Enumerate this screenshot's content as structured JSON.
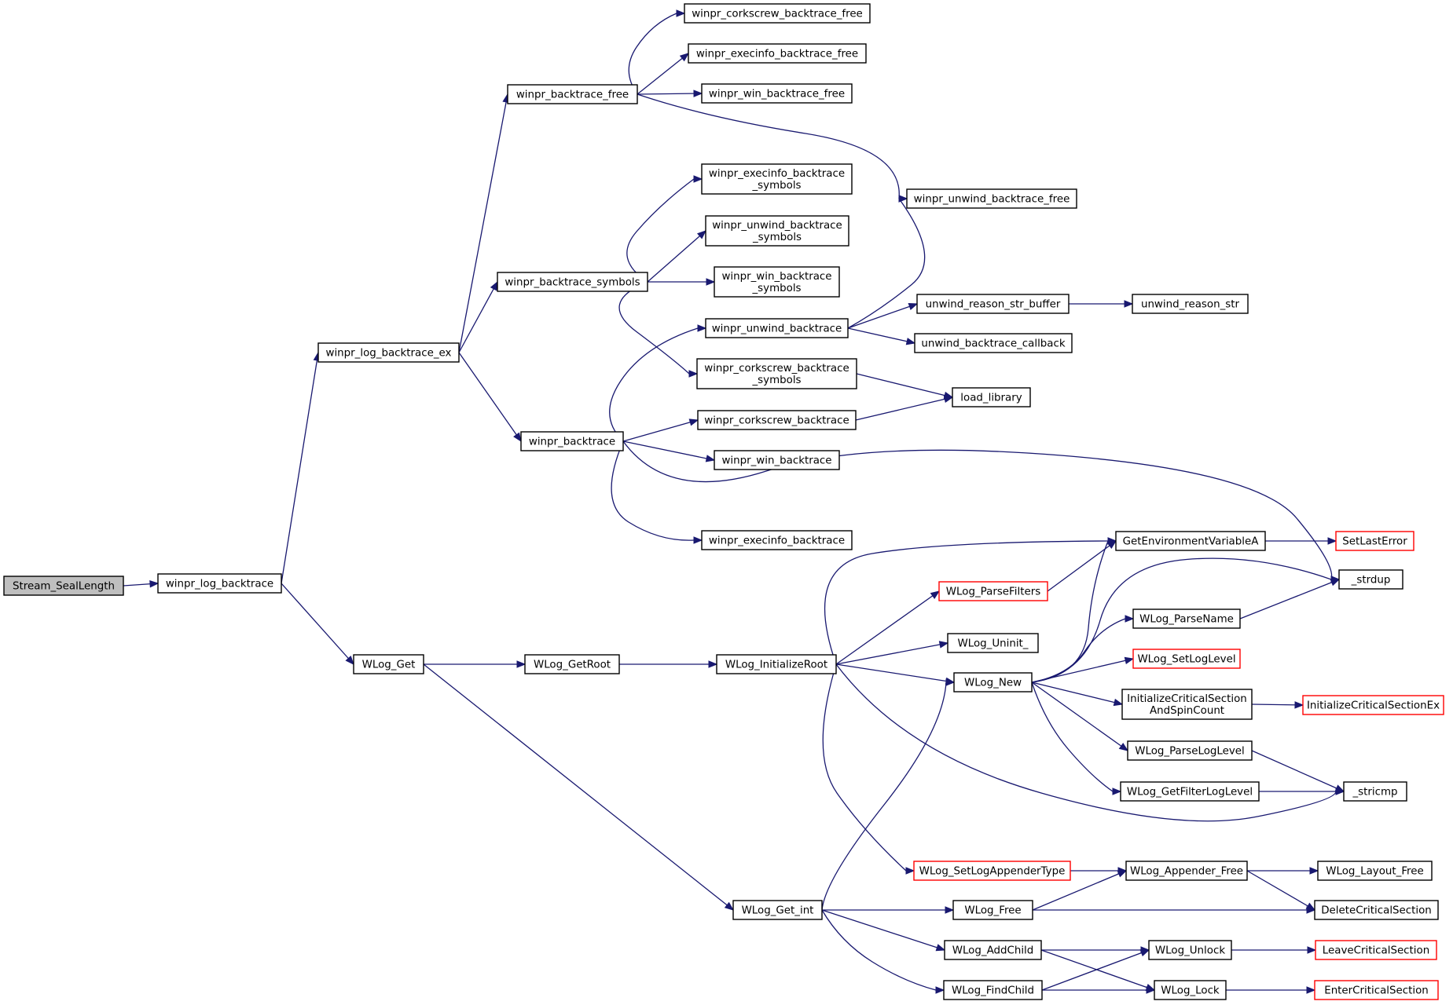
{
  "graph": {
    "type": "call-graph",
    "nodes": [
      {
        "id": "n1",
        "label": "Stream_SealLength",
        "style": "root"
      },
      {
        "id": "n2",
        "label": "winpr_log_backtrace",
        "style": "normal"
      },
      {
        "id": "n3",
        "label": "winpr_log_backtrace_ex",
        "style": "normal"
      },
      {
        "id": "n4",
        "label": "WLog_Get",
        "style": "normal"
      },
      {
        "id": "n5",
        "label": "winpr_backtrace_free",
        "style": "normal"
      },
      {
        "id": "n6",
        "label": "winpr_backtrace_symbols",
        "style": "normal"
      },
      {
        "id": "n7",
        "label": "winpr_backtrace",
        "style": "normal"
      },
      {
        "id": "n8",
        "label": "winpr_corkscrew_backtrace_free",
        "style": "normal"
      },
      {
        "id": "n9",
        "label": "winpr_execinfo_backtrace_free",
        "style": "normal"
      },
      {
        "id": "n10",
        "label": "winpr_win_backtrace_free",
        "style": "normal"
      },
      {
        "id": "n11",
        "label": "winpr_unwind_backtrace_free",
        "style": "normal"
      },
      {
        "id": "n12",
        "label": "winpr_execinfo_backtrace\n_symbols",
        "style": "normal"
      },
      {
        "id": "n13",
        "label": "winpr_unwind_backtrace\n_symbols",
        "style": "normal"
      },
      {
        "id": "n14",
        "label": "winpr_win_backtrace\n_symbols",
        "style": "normal"
      },
      {
        "id": "n15",
        "label": "winpr_corkscrew_backtrace\n_symbols",
        "style": "normal"
      },
      {
        "id": "n16",
        "label": "winpr_unwind_backtrace",
        "style": "normal"
      },
      {
        "id": "n17",
        "label": "unwind_reason_str_buffer",
        "style": "normal"
      },
      {
        "id": "n18",
        "label": "unwind_reason_str",
        "style": "normal"
      },
      {
        "id": "n19",
        "label": "unwind_backtrace_callback",
        "style": "normal"
      },
      {
        "id": "n20",
        "label": "load_library",
        "style": "normal"
      },
      {
        "id": "n21",
        "label": "winpr_corkscrew_backtrace",
        "style": "normal"
      },
      {
        "id": "n22",
        "label": "winpr_win_backtrace",
        "style": "normal"
      },
      {
        "id": "n23",
        "label": "winpr_execinfo_backtrace",
        "style": "normal"
      },
      {
        "id": "n24",
        "label": "_strdup",
        "style": "normal"
      },
      {
        "id": "n25",
        "label": "WLog_GetRoot",
        "style": "normal"
      },
      {
        "id": "n26",
        "label": "WLog_Get_int",
        "style": "normal"
      },
      {
        "id": "n27",
        "label": "WLog_InitializeRoot",
        "style": "normal"
      },
      {
        "id": "n28",
        "label": "GetEnvironmentVariableA",
        "style": "normal"
      },
      {
        "id": "n29",
        "label": "SetLastError",
        "style": "truncated"
      },
      {
        "id": "n30",
        "label": "WLog_ParseFilters",
        "style": "truncated"
      },
      {
        "id": "n31",
        "label": "WLog_Uninit_",
        "style": "normal"
      },
      {
        "id": "n32",
        "label": "WLog_New",
        "style": "normal"
      },
      {
        "id": "n33",
        "label": "WLog_SetLogAppenderType",
        "style": "truncated"
      },
      {
        "id": "n34",
        "label": "_stricmp",
        "style": "normal"
      },
      {
        "id": "n35",
        "label": "WLog_ParseName",
        "style": "normal"
      },
      {
        "id": "n36",
        "label": "WLog_SetLogLevel",
        "style": "truncated"
      },
      {
        "id": "n37",
        "label": "InitializeCriticalSection\nAndSpinCount",
        "style": "normal"
      },
      {
        "id": "n38",
        "label": "InitializeCriticalSectionEx",
        "style": "truncated"
      },
      {
        "id": "n39",
        "label": "WLog_ParseLogLevel",
        "style": "normal"
      },
      {
        "id": "n40",
        "label": "WLog_GetFilterLogLevel",
        "style": "normal"
      },
      {
        "id": "n41",
        "label": "WLog_Appender_Free",
        "style": "normal"
      },
      {
        "id": "n42",
        "label": "WLog_Layout_Free",
        "style": "normal"
      },
      {
        "id": "n43",
        "label": "DeleteCriticalSection",
        "style": "normal"
      },
      {
        "id": "n44",
        "label": "WLog_Free",
        "style": "normal"
      },
      {
        "id": "n45",
        "label": "WLog_AddChild",
        "style": "normal"
      },
      {
        "id": "n46",
        "label": "WLog_FindChild",
        "style": "normal"
      },
      {
        "id": "n47",
        "label": "WLog_Unlock",
        "style": "normal"
      },
      {
        "id": "n48",
        "label": "WLog_Lock",
        "style": "normal"
      },
      {
        "id": "n49",
        "label": "LeaveCriticalSection",
        "style": "truncated"
      },
      {
        "id": "n50",
        "label": "EnterCriticalSection",
        "style": "truncated"
      }
    ],
    "edges": [
      {
        "from": "n1",
        "to": "n2"
      },
      {
        "from": "n2",
        "to": "n3"
      },
      {
        "from": "n2",
        "to": "n4"
      },
      {
        "from": "n3",
        "to": "n5"
      },
      {
        "from": "n3",
        "to": "n6"
      },
      {
        "from": "n3",
        "to": "n7"
      },
      {
        "from": "n5",
        "to": "n8"
      },
      {
        "from": "n5",
        "to": "n9"
      },
      {
        "from": "n5",
        "to": "n10"
      },
      {
        "from": "n5",
        "to": "n11"
      },
      {
        "from": "n6",
        "to": "n12"
      },
      {
        "from": "n6",
        "to": "n13"
      },
      {
        "from": "n6",
        "to": "n14"
      },
      {
        "from": "n6",
        "to": "n15"
      },
      {
        "from": "n7",
        "to": "n16"
      },
      {
        "from": "n7",
        "to": "n21"
      },
      {
        "from": "n7",
        "to": "n22"
      },
      {
        "from": "n7",
        "to": "n23"
      },
      {
        "from": "n7",
        "to": "n24"
      },
      {
        "from": "n16",
        "to": "n11"
      },
      {
        "from": "n16",
        "to": "n17"
      },
      {
        "from": "n16",
        "to": "n19"
      },
      {
        "from": "n17",
        "to": "n18"
      },
      {
        "from": "n15",
        "to": "n20"
      },
      {
        "from": "n21",
        "to": "n20"
      },
      {
        "from": "n4",
        "to": "n25"
      },
      {
        "from": "n4",
        "to": "n26"
      },
      {
        "from": "n25",
        "to": "n27"
      },
      {
        "from": "n27",
        "to": "n28"
      },
      {
        "from": "n27",
        "to": "n30"
      },
      {
        "from": "n27",
        "to": "n31"
      },
      {
        "from": "n27",
        "to": "n32"
      },
      {
        "from": "n27",
        "to": "n33"
      },
      {
        "from": "n27",
        "to": "n34"
      },
      {
        "from": "n28",
        "to": "n29"
      },
      {
        "from": "n30",
        "to": "n28"
      },
      {
        "from": "n32",
        "to": "n28"
      },
      {
        "from": "n32",
        "to": "n24"
      },
      {
        "from": "n32",
        "to": "n35"
      },
      {
        "from": "n32",
        "to": "n36"
      },
      {
        "from": "n32",
        "to": "n37"
      },
      {
        "from": "n32",
        "to": "n39"
      },
      {
        "from": "n32",
        "to": "n40"
      },
      {
        "from": "n35",
        "to": "n24"
      },
      {
        "from": "n37",
        "to": "n38"
      },
      {
        "from": "n39",
        "to": "n34"
      },
      {
        "from": "n40",
        "to": "n34"
      },
      {
        "from": "n26",
        "to": "n32"
      },
      {
        "from": "n26",
        "to": "n44"
      },
      {
        "from": "n26",
        "to": "n45"
      },
      {
        "from": "n26",
        "to": "n46"
      },
      {
        "from": "n33",
        "to": "n41"
      },
      {
        "from": "n41",
        "to": "n42"
      },
      {
        "from": "n41",
        "to": "n43"
      },
      {
        "from": "n44",
        "to": "n41"
      },
      {
        "from": "n44",
        "to": "n43"
      },
      {
        "from": "n45",
        "to": "n47"
      },
      {
        "from": "n45",
        "to": "n48"
      },
      {
        "from": "n46",
        "to": "n47"
      },
      {
        "from": "n46",
        "to": "n48"
      },
      {
        "from": "n47",
        "to": "n49"
      },
      {
        "from": "n48",
        "to": "n50"
      }
    ]
  }
}
